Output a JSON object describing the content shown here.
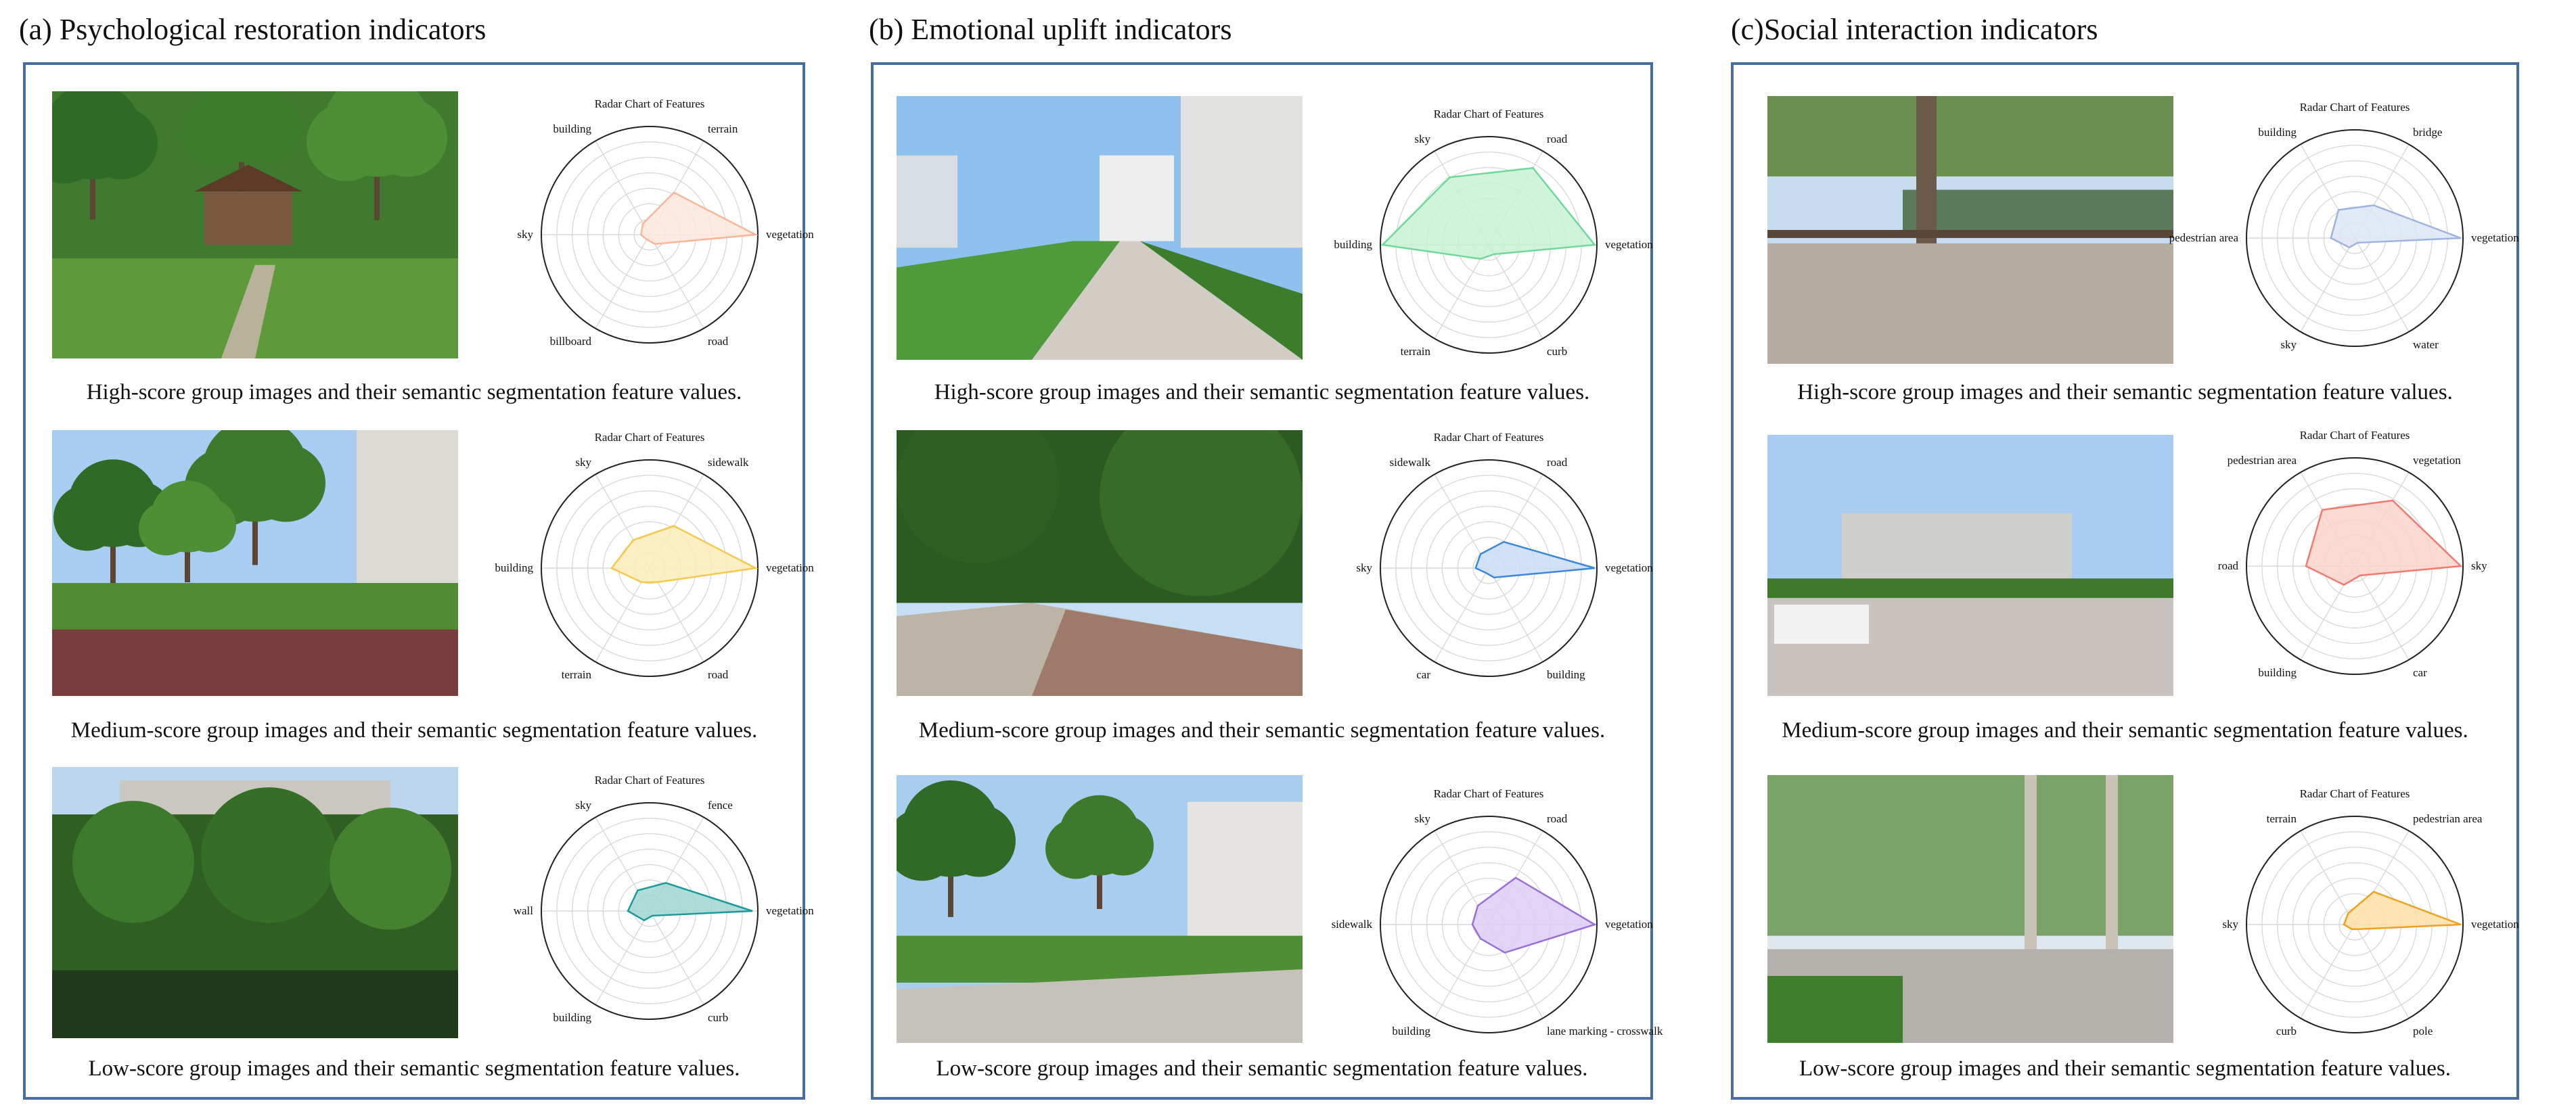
{
  "panels": [
    {
      "title": "(a) Psychological restoration indicators",
      "groups": [
        {
          "caption": "High-score group images and their semantic segmentation feature values.",
          "photo_scene": "park-pavilion"
        },
        {
          "caption": "Medium-score group images and their semantic segmentation feature values.",
          "photo_scene": "park-building"
        },
        {
          "caption": "Low-score group images and their semantic segmentation feature values.",
          "photo_scene": "dense-trees"
        }
      ]
    },
    {
      "title": "(b) Emotional uplift indicators",
      "groups": [
        {
          "caption": "High-score group images and their semantic segmentation feature values.",
          "photo_scene": "campus-road"
        },
        {
          "caption": "Medium-score group images and their semantic segmentation feature values.",
          "photo_scene": "shaded-path"
        },
        {
          "caption": "Low-score group images and their semantic segmentation feature values.",
          "photo_scene": "street-corner"
        }
      ]
    },
    {
      "title": "(c)Social interaction indicators",
      "groups": [
        {
          "caption": "High-score group images and their semantic segmentation feature values.",
          "photo_scene": "lakeside-deck"
        },
        {
          "caption": "Medium-score group images and their semantic segmentation feature values.",
          "photo_scene": "open-plaza"
        },
        {
          "caption": "Low-score group images and their semantic segmentation feature values.",
          "photo_scene": "parking-lot"
        }
      ]
    }
  ],
  "chart_data": [
    {
      "type": "radar",
      "title": "Radar Chart of Features",
      "color": "#f9b59a",
      "fill": "#fde6dc",
      "axes": [
        "vegetation",
        "terrain",
        "building",
        "sky",
        "billboard",
        "road"
      ],
      "values": [
        0.98,
        0.45,
        0.12,
        0.08,
        0.05,
        0.1
      ],
      "rmax": 1.0
    },
    {
      "type": "radar",
      "title": "Radar Chart of Features",
      "color": "#f2c94c",
      "fill": "#fcecb8",
      "axes": [
        "vegetation",
        "sidewalk",
        "sky",
        "building",
        "terrain",
        "road"
      ],
      "values": [
        0.98,
        0.45,
        0.3,
        0.35,
        0.15,
        0.15
      ],
      "rmax": 1.0
    },
    {
      "type": "radar",
      "title": "Radar Chart of Features",
      "color": "#1a9a9a",
      "fill": "#9fd6d2",
      "axes": [
        "vegetation",
        "fence",
        "sky",
        "wall",
        "building",
        "curb"
      ],
      "values": [
        0.95,
        0.3,
        0.22,
        0.2,
        0.1,
        0.05
      ],
      "rmax": 1.0
    },
    {
      "type": "radar",
      "title": "Radar Chart of Features",
      "color": "#6fd99a",
      "fill": "#c7f2d4",
      "axes": [
        "vegetation",
        "road",
        "sky",
        "building",
        "terrain",
        "curb"
      ],
      "values": [
        0.98,
        0.82,
        0.72,
        0.98,
        0.15,
        0.1
      ],
      "rmax": 1.0
    },
    {
      "type": "radar",
      "title": "Radar Chart of Features",
      "color": "#3d86d8",
      "fill": "#c9ddf5",
      "axes": [
        "vegetation",
        "road",
        "sidewalk",
        "sky",
        "car",
        "building"
      ],
      "values": [
        0.98,
        0.28,
        0.15,
        0.12,
        0.05,
        0.1
      ],
      "rmax": 1.0
    },
    {
      "type": "radar",
      "title": "Radar Chart of Features",
      "color": "#9a6fd8",
      "fill": "#dccdf4",
      "axes": [
        "vegetation",
        "road",
        "sky",
        "sidewalk",
        "building",
        "lane marking - crosswalk"
      ],
      "values": [
        0.98,
        0.5,
        0.2,
        0.15,
        0.15,
        0.3
      ],
      "rmax": 1.0
    },
    {
      "type": "radar",
      "title": "Radar Chart of Features",
      "color": "#9db3e0",
      "fill": "#dde5f6",
      "axes": [
        "vegetation",
        "bridge",
        "building",
        "pedestrian area",
        "sky",
        "water"
      ],
      "values": [
        0.98,
        0.35,
        0.3,
        0.22,
        0.1,
        0.05
      ],
      "rmax": 1.0
    },
    {
      "type": "radar",
      "title": "Radar Chart of Features",
      "color": "#f07a6e",
      "fill": "#fbd3cd",
      "axes": [
        "sky",
        "vegetation",
        "pedestrian area",
        "road",
        "building",
        "car"
      ],
      "values": [
        0.98,
        0.7,
        0.6,
        0.45,
        0.2,
        0.1
      ],
      "rmax": 1.0
    },
    {
      "type": "radar",
      "title": "Radar Chart of Features",
      "color": "#f0a020",
      "fill": "#fbe0a4",
      "axes": [
        "vegetation",
        "pedestrian area",
        "terrain",
        "sky",
        "curb",
        "pole"
      ],
      "values": [
        0.98,
        0.35,
        0.12,
        0.1,
        0.05,
        0.05
      ],
      "rmax": 1.0
    }
  ]
}
